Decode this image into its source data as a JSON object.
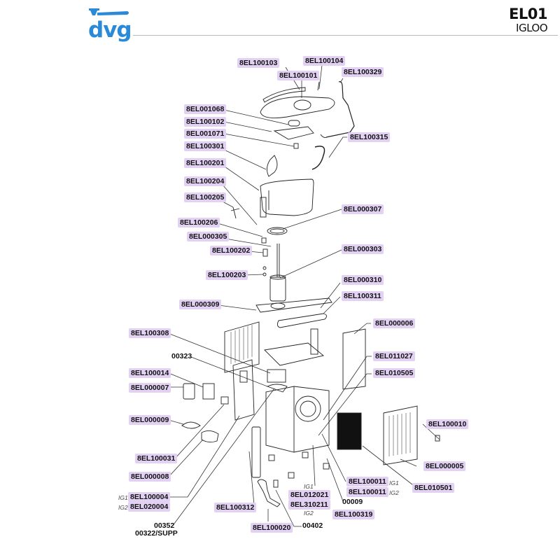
{
  "header": {
    "brand": "dvg",
    "brand_color": "#2a8ad8",
    "model_code": "EL01",
    "model_name": "IGLOO"
  },
  "label_color": "#e3d1f4",
  "parts": [
    {
      "id": "p1",
      "code": "8EL100103"
    },
    {
      "id": "p2",
      "code": "8EL100104"
    },
    {
      "id": "p3",
      "code": "8EL100101"
    },
    {
      "id": "p4",
      "code": "8EL100329"
    },
    {
      "id": "p5",
      "code": "8EL001068"
    },
    {
      "id": "p6",
      "code": "8EL100102"
    },
    {
      "id": "p7",
      "code": "8EL001071"
    },
    {
      "id": "p8",
      "code": "8EL100315"
    },
    {
      "id": "p9",
      "code": "8EL100301"
    },
    {
      "id": "p10",
      "code": "8EL100201"
    },
    {
      "id": "p11",
      "code": "8EL100204"
    },
    {
      "id": "p12",
      "code": "8EL100205"
    },
    {
      "id": "p13",
      "code": "8EL000307"
    },
    {
      "id": "p14",
      "code": "8EL100206"
    },
    {
      "id": "p15",
      "code": "8EL000305"
    },
    {
      "id": "p16",
      "code": "8EL100202"
    },
    {
      "id": "p17",
      "code": "8EL000303"
    },
    {
      "id": "p18",
      "code": "8EL100203"
    },
    {
      "id": "p19",
      "code": "8EL000310"
    },
    {
      "id": "p20",
      "code": "8EL000309"
    },
    {
      "id": "p21",
      "code": "8EL100311"
    },
    {
      "id": "p22",
      "code": "8EL100308"
    },
    {
      "id": "p23",
      "code": "8EL000006"
    },
    {
      "id": "p24",
      "code": "8EL011027"
    },
    {
      "id": "p25",
      "code": "8EL100014"
    },
    {
      "id": "p26",
      "code": "8EL010505"
    },
    {
      "id": "p27",
      "code": "8EL000007"
    },
    {
      "id": "p28",
      "code": "8EL000009"
    },
    {
      "id": "p29",
      "code": "8EL100010"
    },
    {
      "id": "p30",
      "code": "8EL100031"
    },
    {
      "id": "p31",
      "code": "8EL000005"
    },
    {
      "id": "p32",
      "code": "8EL000008"
    },
    {
      "id": "p33",
      "code": "8EL100011"
    },
    {
      "id": "p34",
      "code": "8EL100011"
    },
    {
      "id": "p35",
      "code": "8EL010501"
    },
    {
      "id": "p36",
      "code": "8EL100004"
    },
    {
      "id": "p37",
      "code": "8EL020004"
    },
    {
      "id": "p38",
      "code": "8EL012021"
    },
    {
      "id": "p39",
      "code": "8EL310211"
    },
    {
      "id": "p40",
      "code": "8EL100312"
    },
    {
      "id": "p41",
      "code": "8EL100319"
    },
    {
      "id": "p42",
      "code": "8EL100020"
    }
  ],
  "plain_refs": {
    "ref_00323": "00323",
    "ref_00009": "00009",
    "ref_00402": "00402",
    "ref_00352": "00352",
    "ref_00322": "00322/SUPP"
  },
  "variant_tags": {
    "ig1": "IG1",
    "ig2": "IG2"
  }
}
